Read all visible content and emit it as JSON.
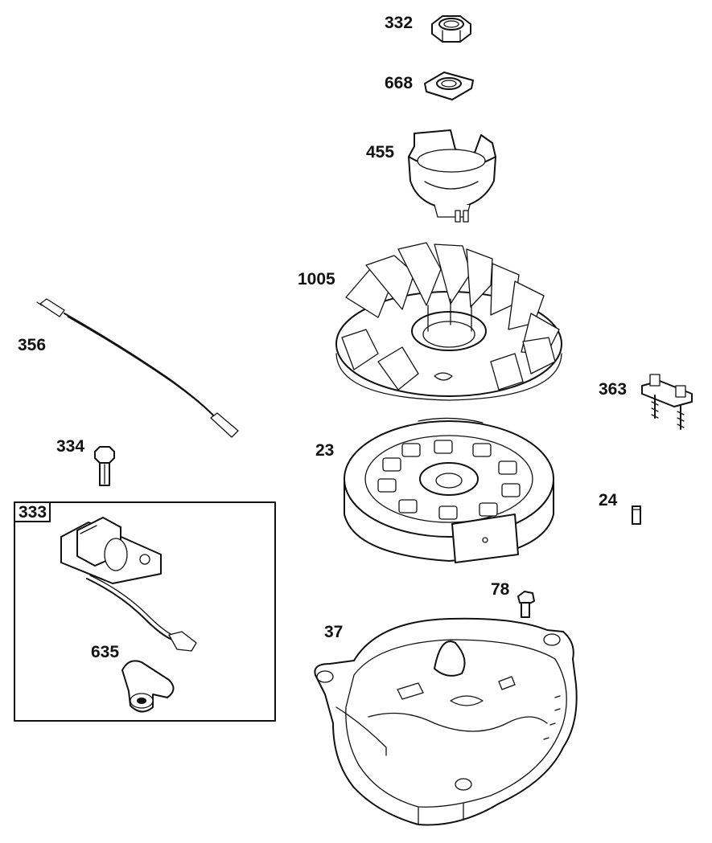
{
  "callouts": {
    "p332": "332",
    "p668": "668",
    "p455": "455",
    "p1005": "1005",
    "p356": "356",
    "p363": "363",
    "p334": "334",
    "p23": "23",
    "p333": "333",
    "p24": "24",
    "p78": "78",
    "p37": "37",
    "p635": "635"
  }
}
